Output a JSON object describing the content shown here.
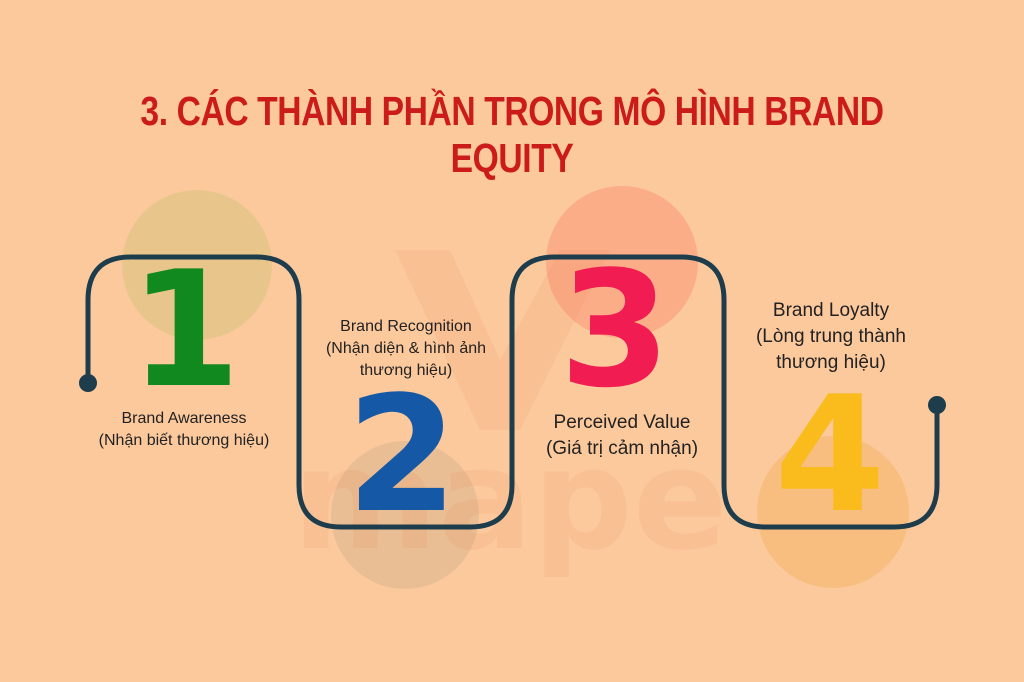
{
  "title": "3. CÁC THÀNH PHẦN TRONG MÔ HÌNH BRAND EQUITY",
  "watermark": "mape",
  "colors": {
    "background": "#fcc99d",
    "title": "#cc1b1b",
    "path": "#1d3c4c",
    "step1": "#12891f",
    "step2": "#1559a6",
    "step3": "#f01c52",
    "step4": "#f9bc1c"
  },
  "steps": [
    {
      "number": "1",
      "name": "Brand Awareness",
      "description": "(Nhận biết thương hiệu)"
    },
    {
      "number": "2",
      "name": "Brand Recognition",
      "description": "(Nhận diện & hình ảnh",
      "description_2": "thương hiệu)"
    },
    {
      "number": "3",
      "name": "Perceived Value",
      "description": "(Giá trị cảm nhận)"
    },
    {
      "number": "4",
      "name": "Brand Loyalty",
      "description": "(Lòng trung thành",
      "description_2": "thương hiệu)"
    }
  ]
}
